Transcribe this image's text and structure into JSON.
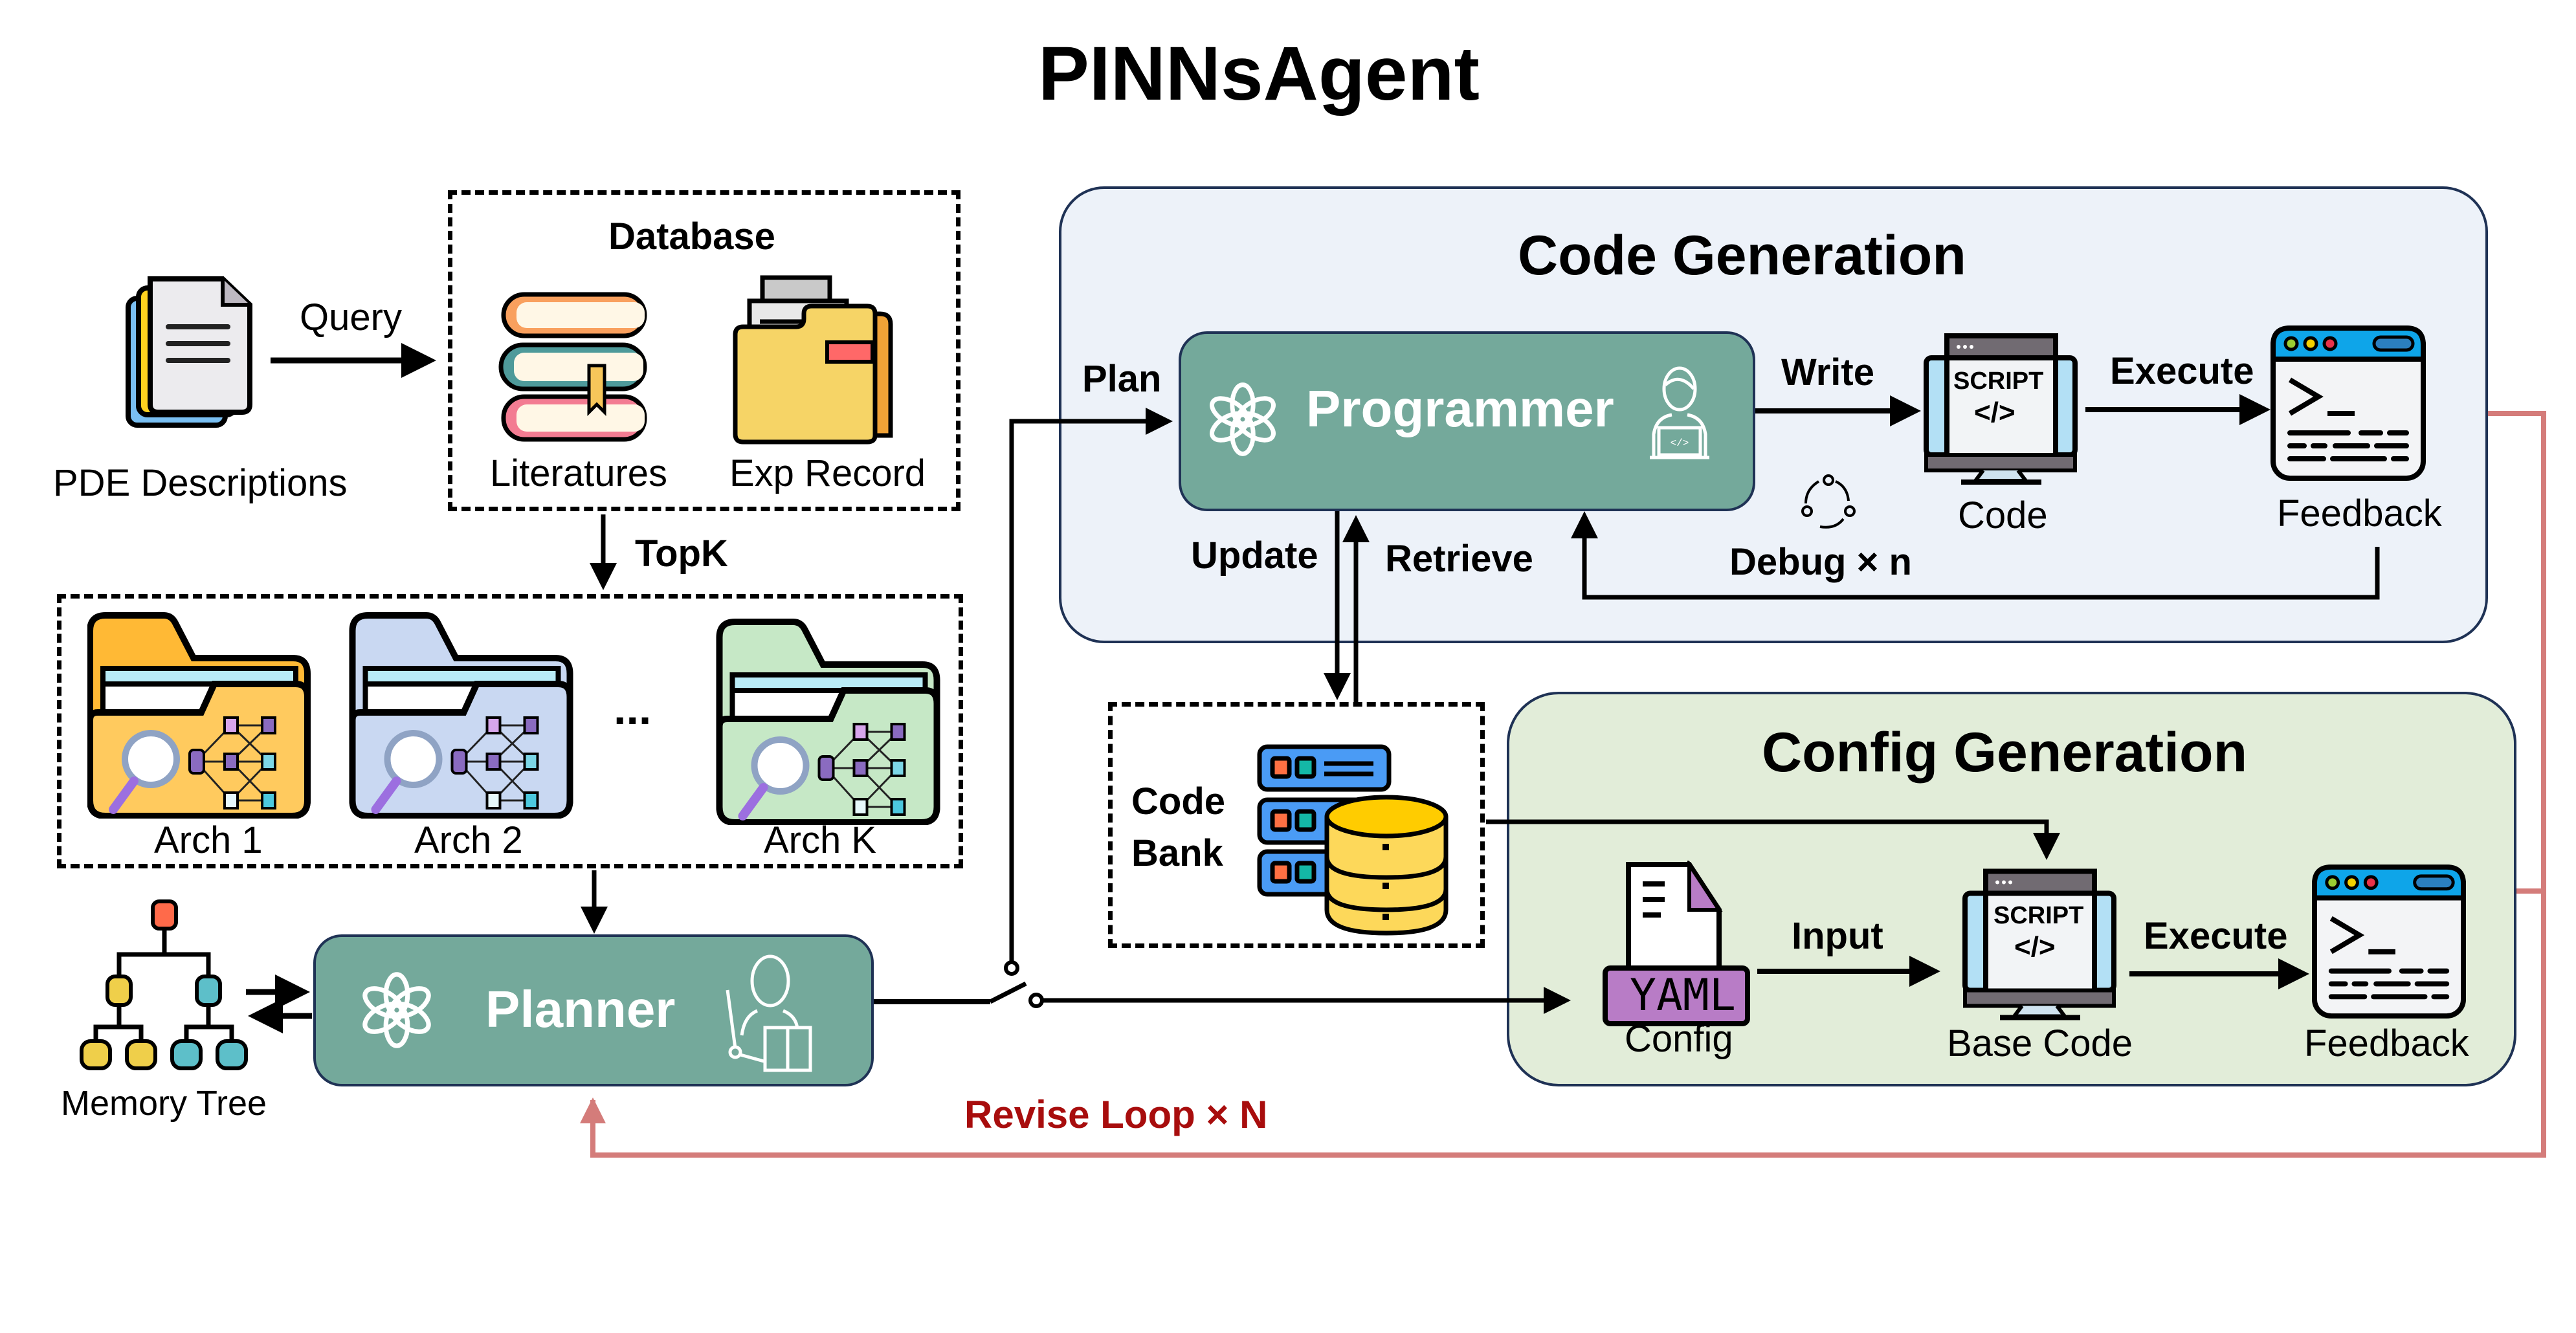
{
  "title": "PINNsAgent",
  "inputs": {
    "pde_label": "PDE Descriptions",
    "query_label": "Query"
  },
  "database": {
    "title": "Database",
    "items": [
      {
        "label": "Literatures",
        "icon": "books-icon"
      },
      {
        "label": "Exp Record",
        "icon": "folder-icon"
      }
    ],
    "topk_label": "TopK"
  },
  "architectures": {
    "items": [
      {
        "label": "Arch 1",
        "color": "#FFC85A"
      },
      {
        "label": "Arch 2",
        "color": "#C9D8F2"
      },
      {
        "label": "Arch K",
        "color": "#C6E8C6"
      }
    ],
    "ellipsis": "..."
  },
  "memory_tree": {
    "label": "Memory Tree"
  },
  "planner": {
    "label": "Planner"
  },
  "code_generation": {
    "title": "Code Generation",
    "plan_label": "Plan",
    "programmer_label": "Programmer",
    "write_label": "Write",
    "code_label": "Code",
    "execute_label": "Execute",
    "feedback_label": "Feedback",
    "debug_label": "Debug × n",
    "script_text": "SCRIPT",
    "script_code": "</>"
  },
  "code_bank": {
    "label_line1": "Code",
    "label_line2": "Bank",
    "update_label": "Update",
    "retrieve_label": "Retrieve"
  },
  "config_generation": {
    "title": "Config Generation",
    "config_label": "Config",
    "yaml_text": "YAML",
    "input_label": "Input",
    "base_code_label": "Base Code",
    "execute_label": "Execute",
    "feedback_label": "Feedback",
    "script_text": "SCRIPT",
    "script_code": "</>"
  },
  "revise_loop": {
    "label": "Revise Loop × N"
  },
  "colors": {
    "agent_fill": "#74A99B",
    "code_panel_fill": "#EDF2F9",
    "config_panel_fill": "#E2EDD9",
    "panel_border": "#1F3255",
    "revise_line": "#D47C7A",
    "revise_text": "#A80D0D"
  }
}
